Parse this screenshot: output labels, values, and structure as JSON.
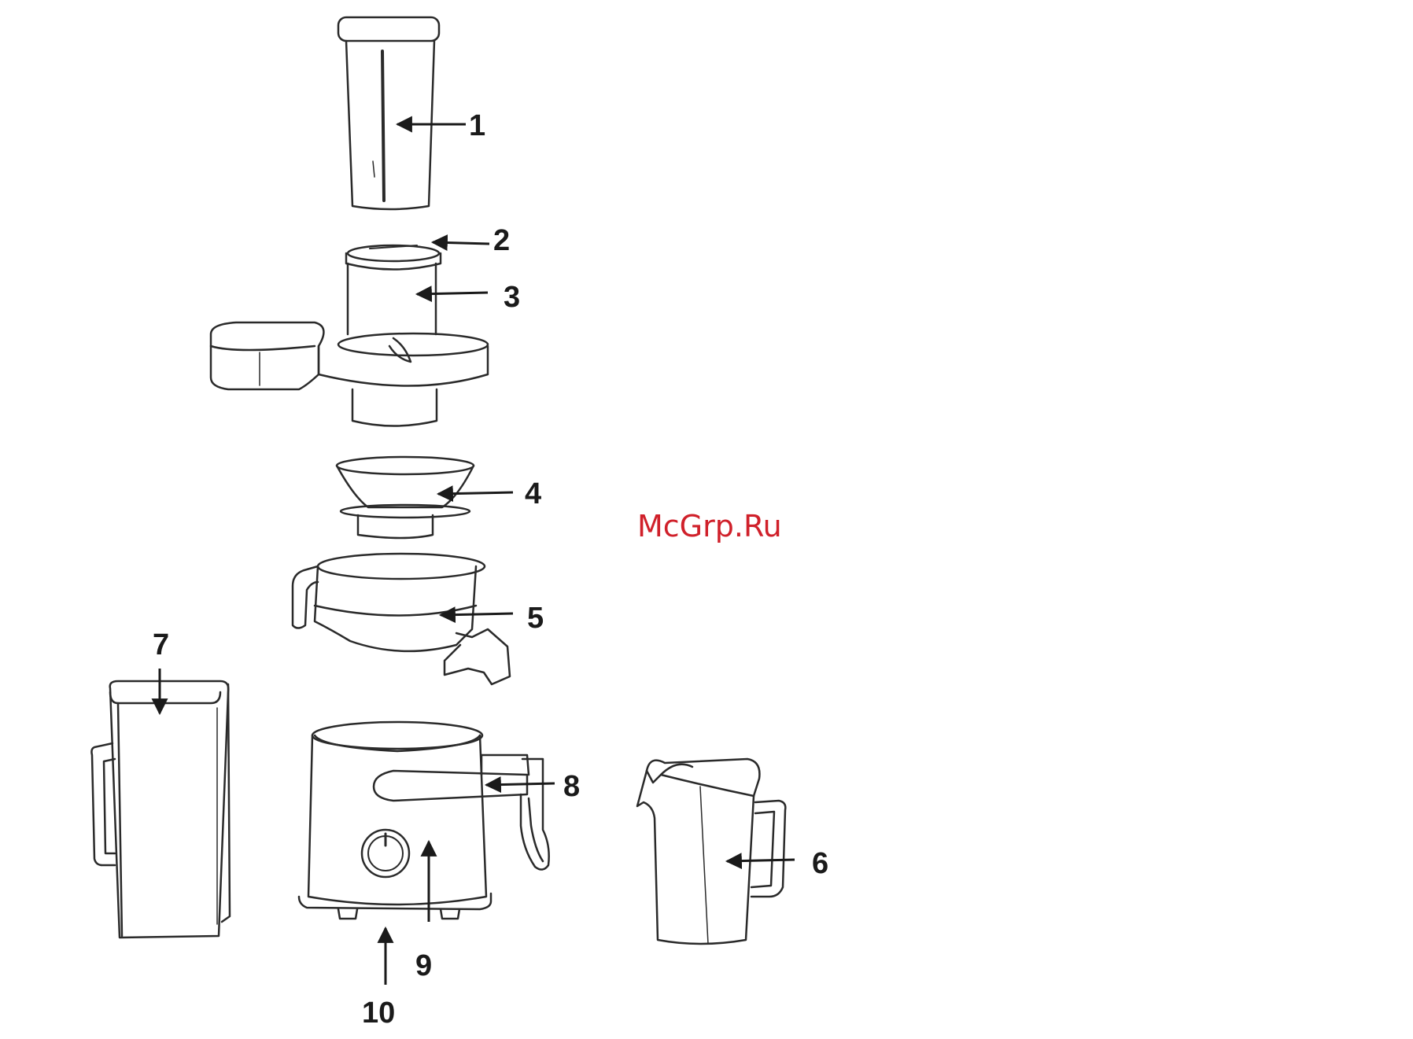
{
  "watermark": {
    "text": "McGrp.Ru",
    "color": "#d0202a"
  },
  "callouts": [
    {
      "number": "1",
      "part": "food pusher"
    },
    {
      "number": "2",
      "part": "locking tab"
    },
    {
      "number": "3",
      "part": "cover with feed chute"
    },
    {
      "number": "4",
      "part": "filter basket"
    },
    {
      "number": "5",
      "part": "juice collector"
    },
    {
      "number": "6",
      "part": "juice jug"
    },
    {
      "number": "7",
      "part": "pulp container"
    },
    {
      "number": "8",
      "part": "safety locking arm"
    },
    {
      "number": "9",
      "part": "motor base with speed dial"
    },
    {
      "number": "10",
      "part": "non-slip feet"
    }
  ],
  "colors": {
    "outline": "#2a2a2a",
    "arrow": "#1a1a1a"
  }
}
